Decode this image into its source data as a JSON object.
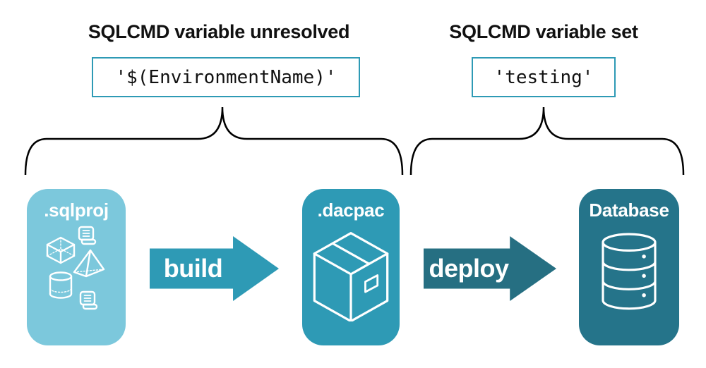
{
  "left_annotation": {
    "title": "SQLCMD variable unresolved",
    "value": "'$(EnvironmentName)'"
  },
  "right_annotation": {
    "title": "SQLCMD variable set",
    "value": "'testing'"
  },
  "stages": [
    {
      "label": ".sqlproj",
      "icon": "sql-objects-icon",
      "color": "#7CC8DC"
    },
    {
      "label": ".dacpac",
      "icon": "package-icon",
      "color": "#2E9AB5"
    },
    {
      "label": "Database",
      "icon": "database-icon",
      "color": "#25748A"
    }
  ],
  "arrows": [
    {
      "label": "build",
      "color": "#2E9AB5"
    },
    {
      "label": "deploy",
      "color": "#266F82"
    }
  ],
  "colors": {
    "code_box_border": "#2E9AB5",
    "code_box_background": "#FFFFFF",
    "brace_stroke": "#000000",
    "title_text": "#111111",
    "icon_stroke": "#FFFFFF",
    "background": "#FFFFFF"
  }
}
